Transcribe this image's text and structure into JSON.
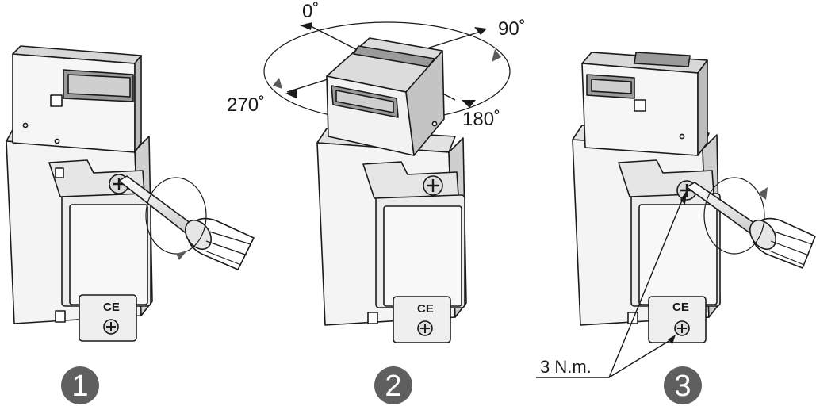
{
  "steps": [
    {
      "number": "1",
      "action": "unscrew head screws"
    },
    {
      "number": "2",
      "action": "rotate head"
    },
    {
      "number": "3",
      "action": "tighten screws"
    }
  ],
  "rotation_angles": {
    "a0": "0˚",
    "a90": "90˚",
    "a180": "180˚",
    "a270": "270˚"
  },
  "torque": {
    "label": "3 N.m."
  },
  "marking": {
    "ce": "CE"
  },
  "colors": {
    "line": "#1a1a1a",
    "body": "#f4f4f4",
    "shade": "#d4d4d4",
    "dark_shade": "#9a9a9a",
    "badge": "#5f5f5f"
  }
}
